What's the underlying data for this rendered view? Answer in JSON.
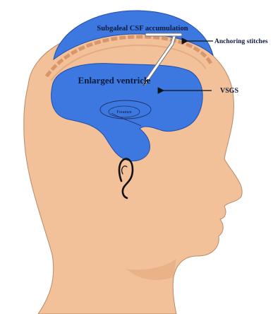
{
  "labels": {
    "subgaleal": "Subgaleal CSF accumulation",
    "anchoring": "Anchoring stitches",
    "ventricle": "Enlarged ventricle",
    "vsgs": "VSGS",
    "inner": "Foramen"
  },
  "colors": {
    "skin": "#f2c19a",
    "skin_outline": "#b98a68",
    "skull_band": "#d9966a",
    "csf_blue": "#3d78e0",
    "csf_outline": "#1f4fa8",
    "shunt": "#ffffff",
    "text": "#0d1b3d",
    "arrow": "#111111"
  },
  "icons": {
    "arrowheads": "arrow-left-icon"
  }
}
